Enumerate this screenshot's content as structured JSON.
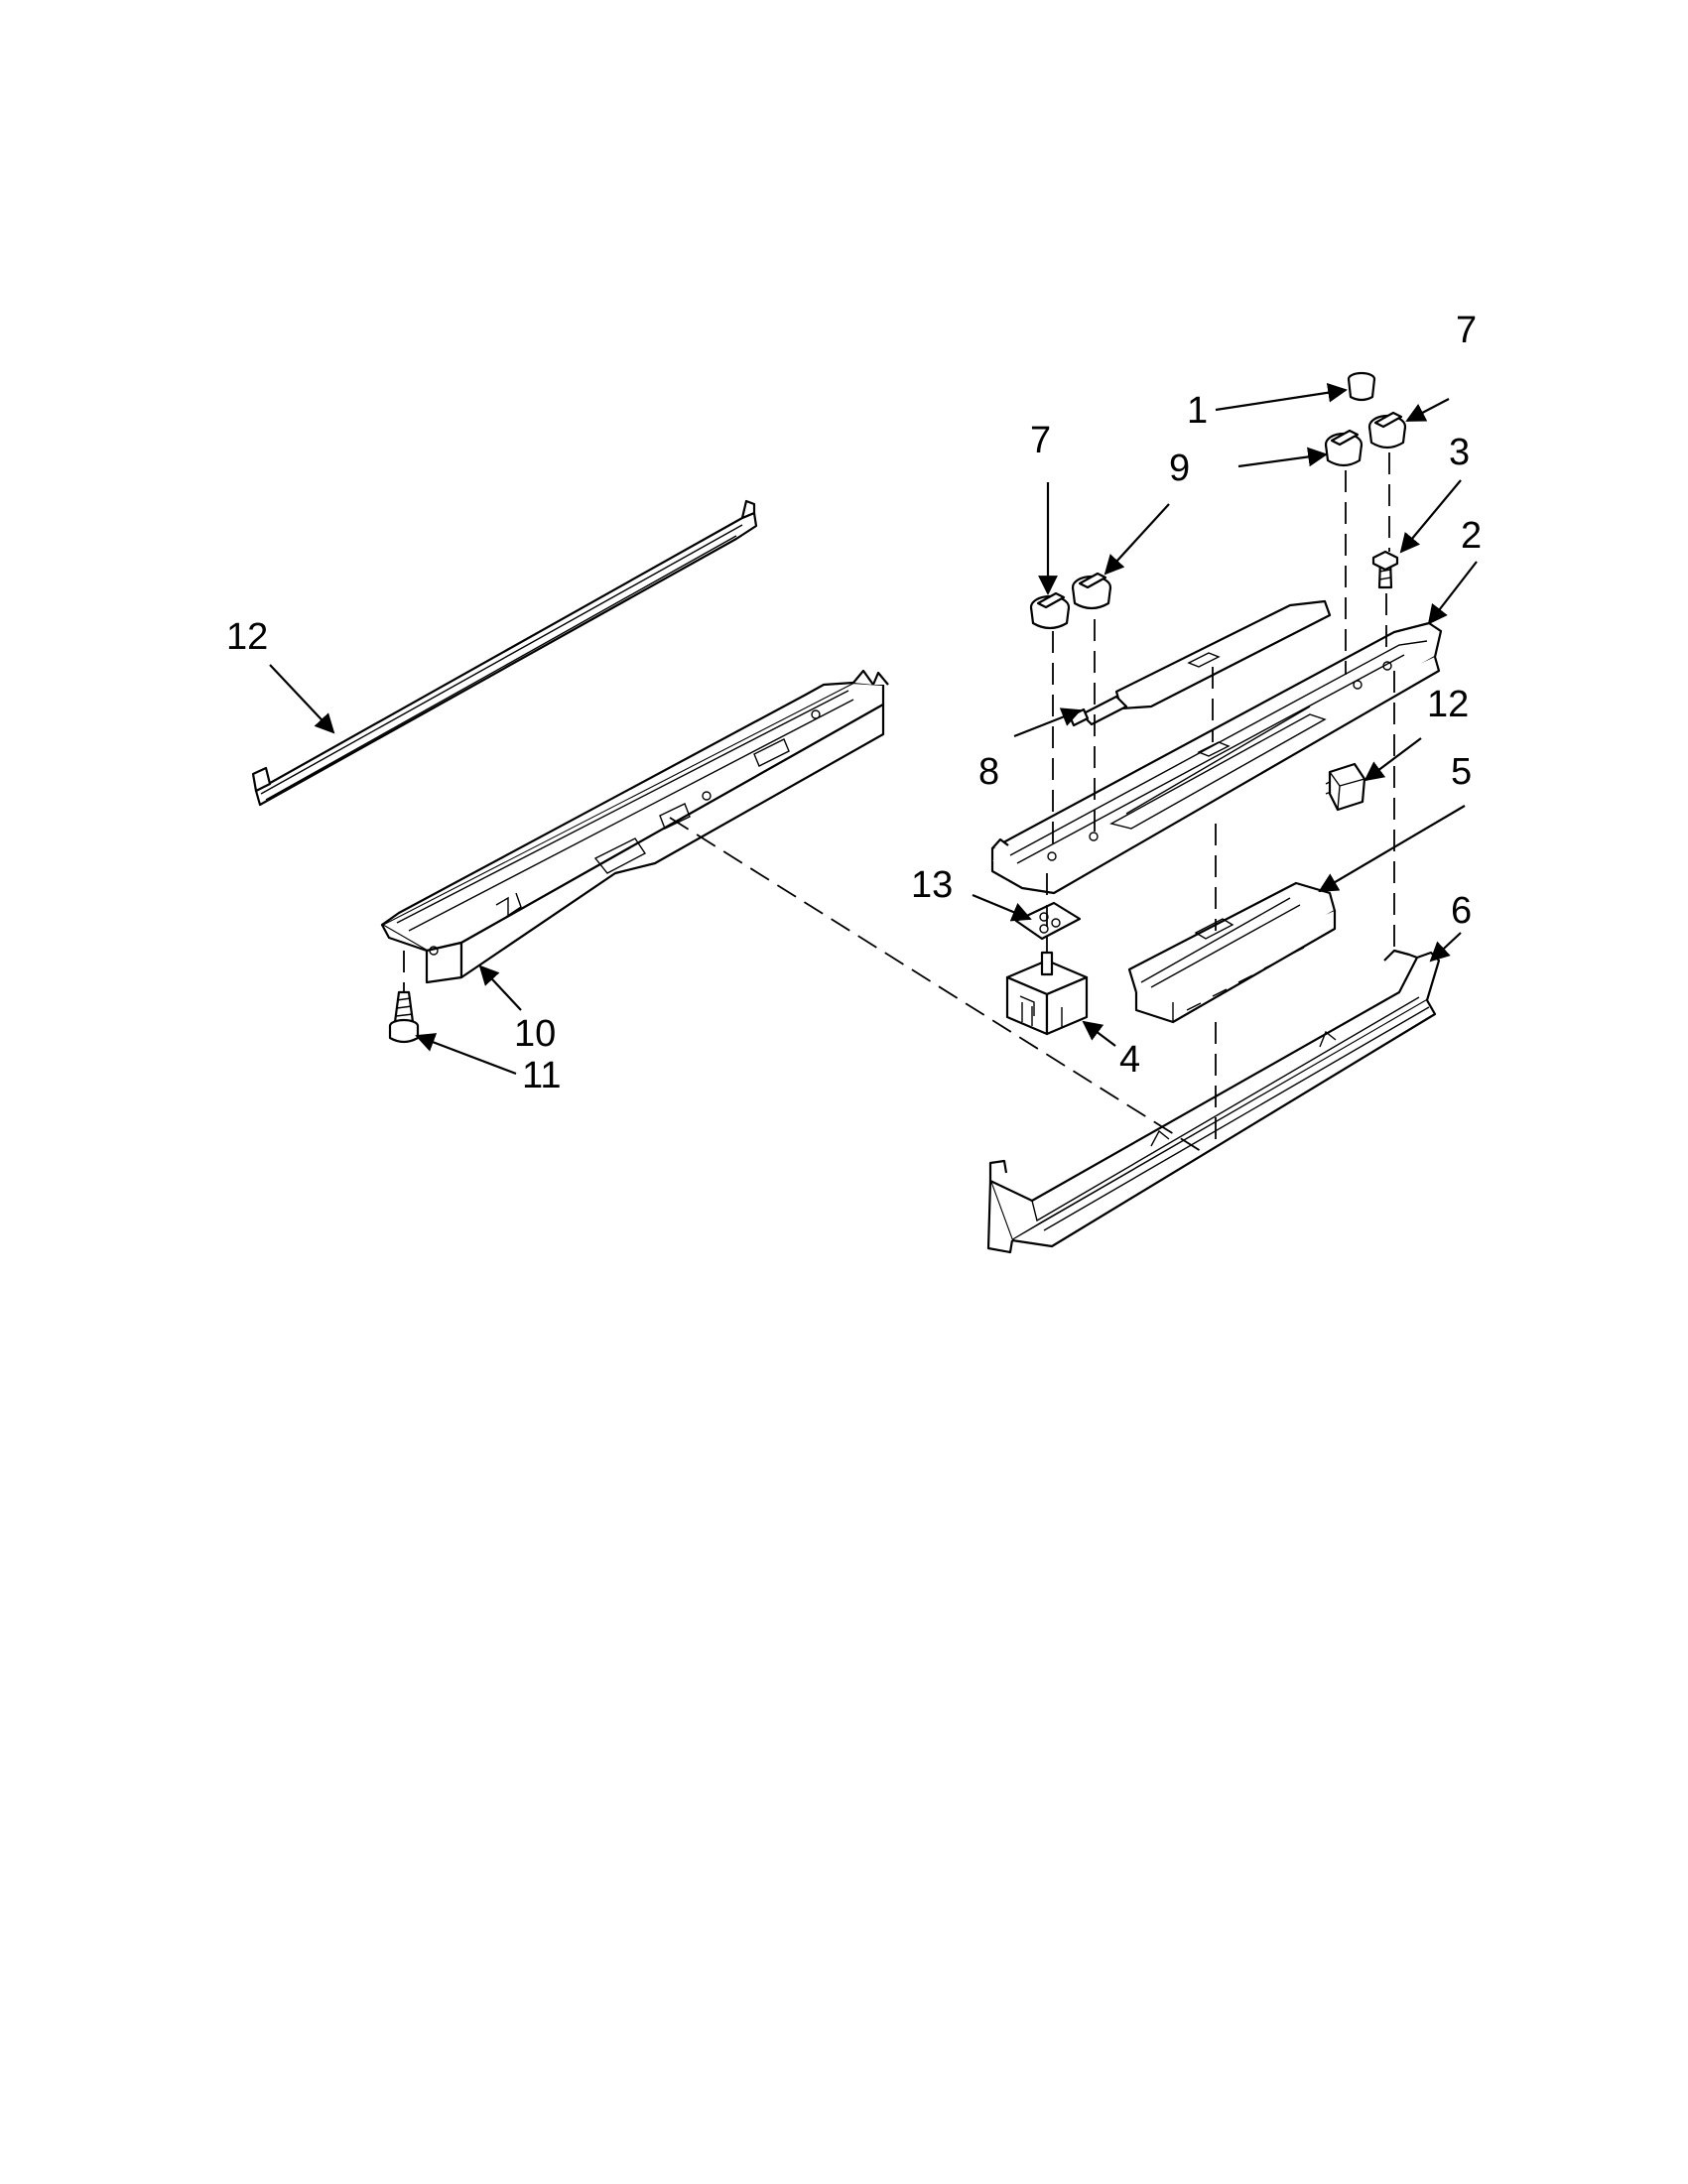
{
  "diagram": {
    "callouts": {
      "c1": "1",
      "c7a": "7",
      "c7b": "7",
      "c9": "9",
      "c3": "3",
      "c2": "2",
      "c12a": "12",
      "c12b": "12",
      "c8": "8",
      "c5": "5",
      "c13": "13",
      "c6": "6",
      "c10": "10",
      "c11": "11",
      "c4": "4"
    }
  }
}
